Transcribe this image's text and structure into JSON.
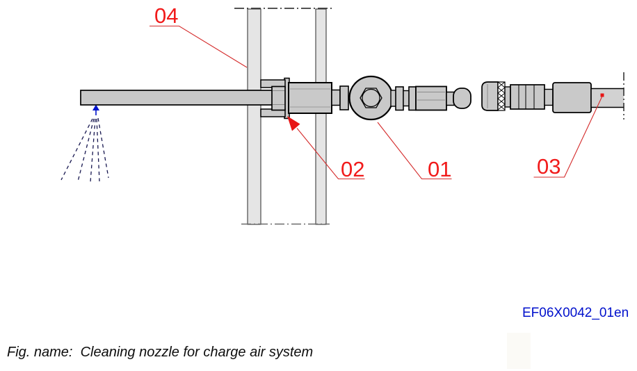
{
  "figure": {
    "callouts": [
      {
        "label": "04"
      },
      {
        "label": "02"
      },
      {
        "label": "01"
      },
      {
        "label": "03"
      }
    ],
    "drawing_id": "EF06X0042_01en",
    "caption": "Fig. name:  Cleaning nozzle for charge air system"
  },
  "colors": {
    "callout_red": "#f11b1b",
    "leader_red": "#d42a2a",
    "arrow_red": "#e81616",
    "spray_blue": "#16164f",
    "nozzle_arrow_blue": "#0013cc",
    "drawing_id_blue": "#0010cc",
    "part_gray": "#c9c9c9",
    "wall_gray": "#e5e5e5"
  }
}
